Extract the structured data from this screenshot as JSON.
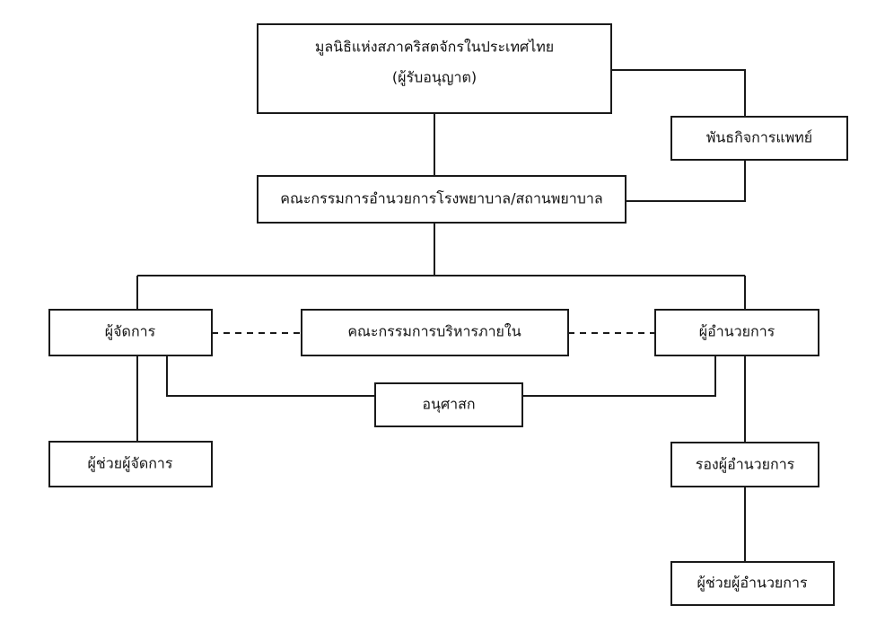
{
  "org": {
    "foundation": {
      "line1": "มูลนิธิแห่งสภาคริสตจักรในประเทศไทย",
      "line2": "(ผู้รับอนุญาต)"
    },
    "medical_mission": "พันธกิจการแพทย์",
    "hospital_board": "คณะกรรมการอำนวยการโรงพยาบาล/สถานพยาบาล",
    "manager": "ผู้จัดการ",
    "internal_committee": "คณะกรรมการบริหารภายใน",
    "director": "ผู้อำนวยการ",
    "chaplain": "อนุศาสก",
    "assistant_manager": "ผู้ช่วยผู้จัดการ",
    "deputy_director": "รองผู้อำนวยการ",
    "assistant_director": "ผู้ช่วยผู้อำนวยการ"
  }
}
